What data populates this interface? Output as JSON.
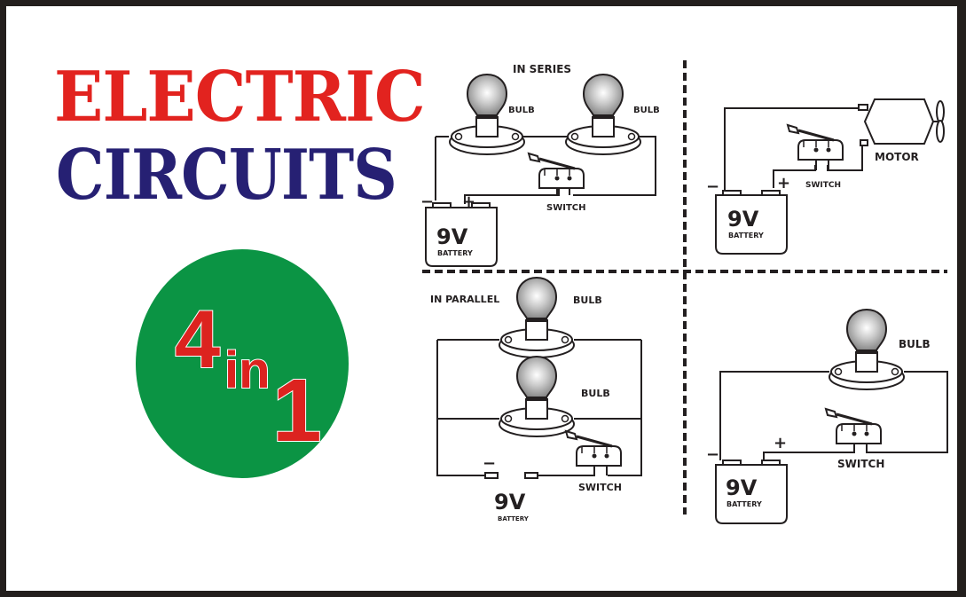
{
  "title": {
    "line1": "ELECTRIC",
    "line2": "CIRCUITS"
  },
  "badge": {
    "number": "4",
    "word": "in",
    "count": "1"
  },
  "colors": {
    "title_red": "#e2231f",
    "title_blue": "#262073",
    "badge_green": "#0b9444",
    "badge_text_red": "#dc231f",
    "frame": "#231f1d"
  },
  "panels": {
    "series": {
      "heading": "IN SERIES",
      "bulb1_label": "BULB",
      "bulb2_label": "BULB",
      "switch_label": "SWITCH",
      "battery_voltage": "9V",
      "battery_label": "BATTERY",
      "minus": "−",
      "plus": "+"
    },
    "motor": {
      "motor_label": "MOTOR",
      "switch_label": "SWITCH",
      "battery_voltage": "9V",
      "battery_label": "BATTERY",
      "minus": "−",
      "plus": "+"
    },
    "parallel": {
      "heading": "IN PARALLEL",
      "bulb1_label": "BULB",
      "bulb2_label": "BULB",
      "switch_label": "SWITCH",
      "battery_voltage": "9V",
      "battery_label": "BATTERY",
      "minus": "−"
    },
    "single": {
      "bulb_label": "BULB",
      "switch_label": "SWITCH",
      "battery_voltage": "9V",
      "battery_label": "BATTERY",
      "minus": "−",
      "plus": "+"
    }
  }
}
